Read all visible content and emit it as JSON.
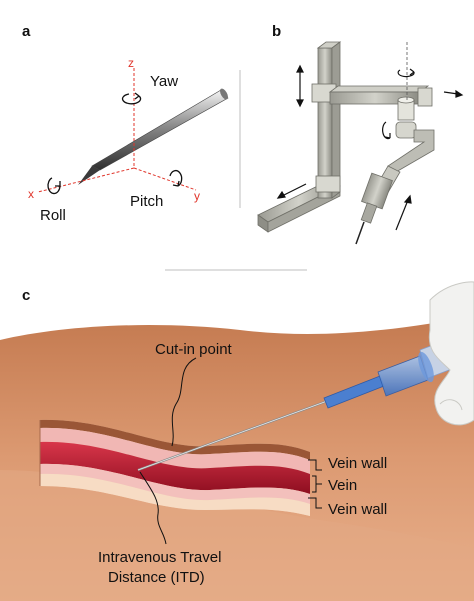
{
  "panels": {
    "a": {
      "letter": "a",
      "axes": {
        "z": "z",
        "x": "x",
        "y": "y"
      },
      "rotations": {
        "yaw": "Yaw",
        "roll": "Roll",
        "pitch": "Pitch"
      }
    },
    "b": {
      "letter": "b"
    },
    "c": {
      "letter": "c",
      "labels": {
        "cut_in": "Cut-in point",
        "vein_wall_top": "Vein wall",
        "vein": "Vein",
        "vein_wall_bottom": "Vein wall",
        "itd_line1": "Intravenous Travel",
        "itd_line2": "Distance (ITD)"
      }
    }
  },
  "colors": {
    "axis_red": "#e0352b",
    "skin": "#d9946a",
    "vein_red": "#b3122a",
    "catheter_blue": "#5b8fd6",
    "robot_grey": "#b8b8b0"
  }
}
